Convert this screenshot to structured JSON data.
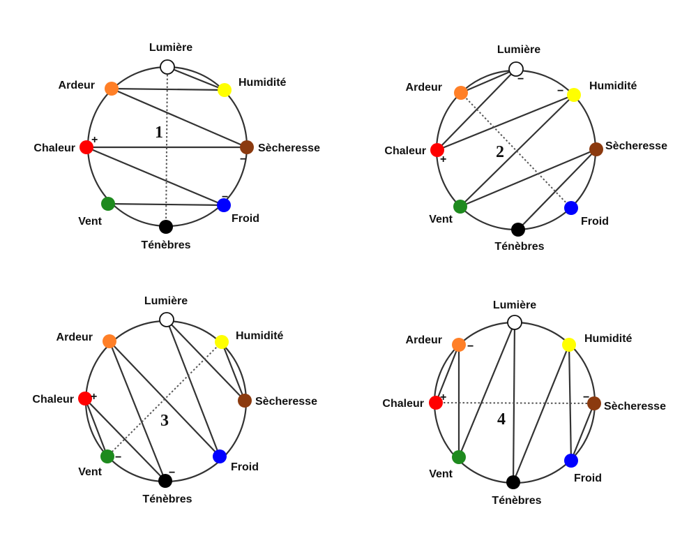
{
  "colors": {
    "lumiere": "#ffffff",
    "humidite": "#ffff00",
    "secheresse": "#8b3a0f",
    "froid": "#0000ff",
    "tenebres": "#000000",
    "vent": "#1e8a1e",
    "chaleur": "#ff0000",
    "ardeur": "#ff7f27",
    "line": "#333333"
  },
  "node_names": {
    "lumiere": "Lumière",
    "humidite": "Humidité",
    "secheresse": "Sècheresse",
    "froid": "Froid",
    "tenebres": "Ténèbres",
    "vent": "Vent",
    "chaleur": "Chaleur",
    "ardeur": "Ardeur"
  },
  "diagrams": [
    {
      "number": "1",
      "solid_edges": [
        [
          "ardeur",
          "humidite"
        ],
        [
          "lumiere",
          "humidite"
        ],
        [
          "ardeur",
          "secheresse"
        ],
        [
          "chaleur",
          "secheresse"
        ],
        [
          "chaleur",
          "froid"
        ],
        [
          "vent",
          "froid"
        ]
      ],
      "dotted_edges": [
        [
          "lumiere",
          "tenebres"
        ]
      ],
      "signs": [
        {
          "node": "chaleur",
          "text": "+"
        },
        {
          "node": "secheresse",
          "text": "−"
        },
        {
          "node": "froid",
          "text": "−"
        }
      ]
    },
    {
      "number": "2",
      "solid_edges": [
        [
          "lumiere",
          "ardeur"
        ],
        [
          "lumiere",
          "chaleur"
        ],
        [
          "humidite",
          "chaleur"
        ],
        [
          "humidite",
          "vent"
        ],
        [
          "secheresse",
          "vent"
        ],
        [
          "secheresse",
          "tenebres"
        ]
      ],
      "dotted_edges": [
        [
          "ardeur",
          "froid"
        ]
      ],
      "signs": [
        {
          "node": "humidite",
          "text": "−"
        },
        {
          "node": "chaleur",
          "text": "+"
        },
        {
          "node": "lumiere",
          "text": "−"
        }
      ]
    },
    {
      "number": "3",
      "solid_edges": [
        [
          "lumiere",
          "froid"
        ],
        [
          "lumiere",
          "secheresse"
        ],
        [
          "humidite",
          "secheresse"
        ],
        [
          "ardeur",
          "froid"
        ],
        [
          "ardeur",
          "tenebres"
        ],
        [
          "chaleur",
          "tenebres"
        ],
        [
          "chaleur",
          "vent"
        ]
      ],
      "dotted_edges": [
        [
          "humidite",
          "vent"
        ]
      ],
      "signs": [
        {
          "node": "chaleur",
          "text": "+"
        },
        {
          "node": "vent",
          "text": "−"
        },
        {
          "node": "tenebres",
          "text": "−"
        }
      ]
    },
    {
      "number": "4",
      "solid_edges": [
        [
          "ardeur",
          "vent"
        ],
        [
          "ardeur",
          "chaleur"
        ],
        [
          "lumiere",
          "vent"
        ],
        [
          "lumiere",
          "tenebres"
        ],
        [
          "humidite",
          "tenebres"
        ],
        [
          "humidite",
          "froid"
        ],
        [
          "secheresse",
          "froid"
        ]
      ],
      "dotted_edges": [
        [
          "chaleur",
          "secheresse"
        ]
      ],
      "signs": [
        {
          "node": "chaleur",
          "text": "+"
        },
        {
          "node": "secheresse",
          "text": "−"
        },
        {
          "node": "ardeur",
          "text": "−"
        }
      ]
    }
  ]
}
